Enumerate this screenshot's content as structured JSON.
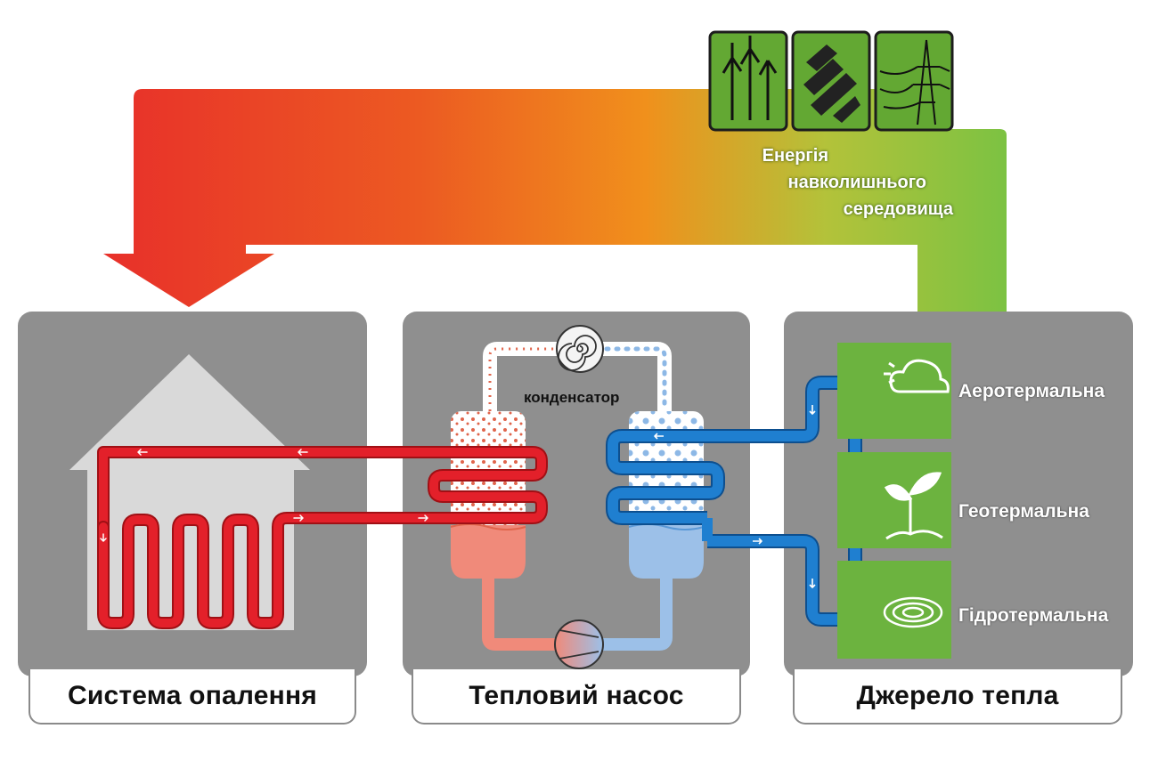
{
  "energy_label_lines": [
    "Енергія",
    "навколишнього",
    "середовища"
  ],
  "condenser_label": "конденсатор",
  "sections": {
    "heating": "Система опалення",
    "pump": "Тепловий насос",
    "source": "Джерело тепла"
  },
  "sources": [
    {
      "label": "Аеротермальна",
      "icon": "cloud-sun-icon"
    },
    {
      "label": "Геотермальна",
      "icon": "sprout-icon"
    },
    {
      "label": "Гідротермальна",
      "icon": "water-ripple-icon"
    }
  ],
  "energy_icons": [
    "wind-turbine-icon",
    "solar-panel-icon",
    "power-line-icon"
  ],
  "colors": {
    "panel_gray": "#8f8f8f",
    "hot_red": "#e3202a",
    "cold_blue": "#1f7fd0",
    "green": "#6cb33f",
    "arrow_gradient_start": "#e8302a",
    "arrow_gradient_mid": "#f08a1a",
    "arrow_gradient_end": "#7cc242"
  }
}
